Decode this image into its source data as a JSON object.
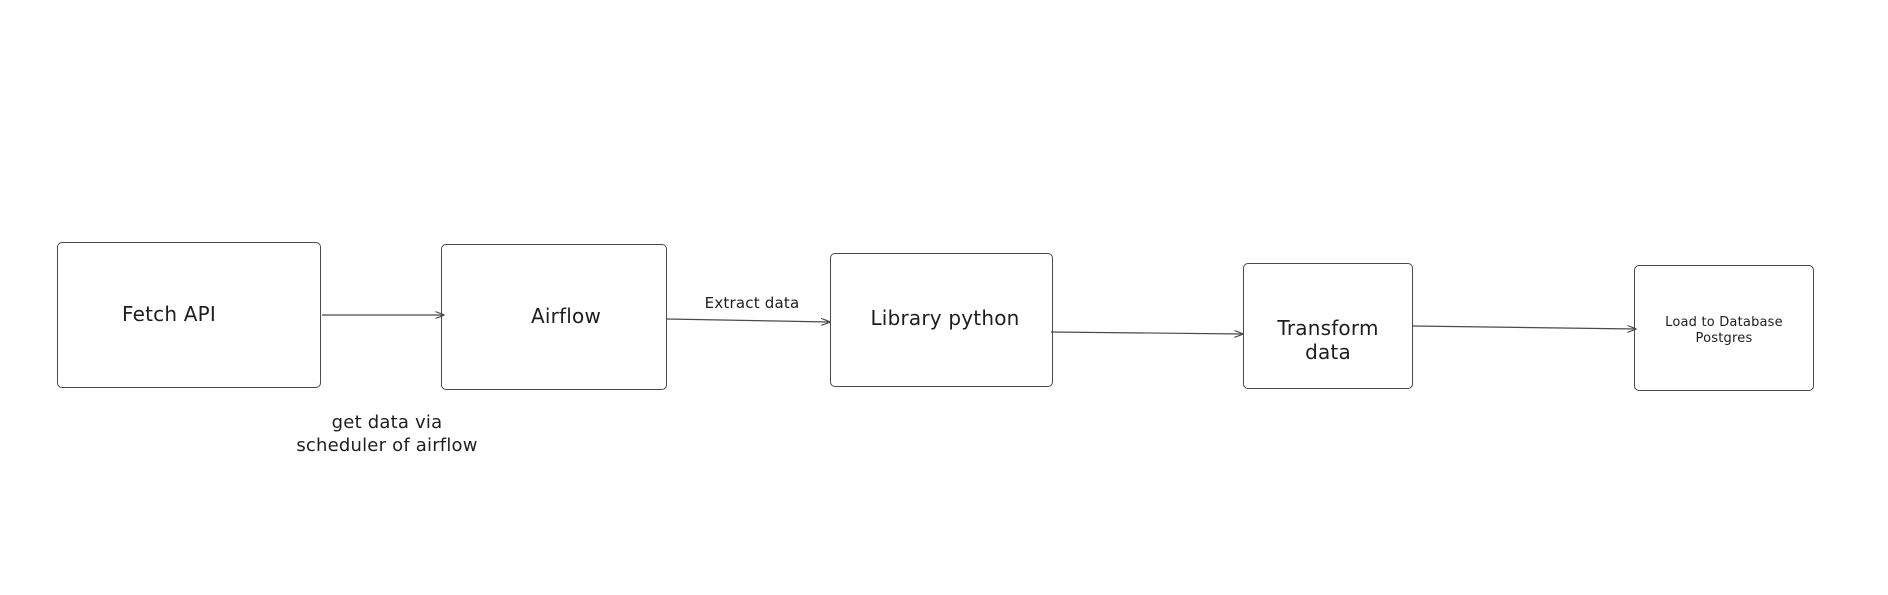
{
  "diagram": {
    "nodes": [
      {
        "id": "fetch-api",
        "label": "Fetch API"
      },
      {
        "id": "airflow",
        "label": "Airflow"
      },
      {
        "id": "library-python",
        "label": "Library python"
      },
      {
        "id": "transform-data",
        "label": "Transform\ndata"
      },
      {
        "id": "load-to-database",
        "label": "Load to Database\nPostgres"
      }
    ],
    "edges": [
      {
        "from": "fetch-api",
        "to": "airflow",
        "label": ""
      },
      {
        "from": "airflow",
        "to": "library-python",
        "label": "Extract data"
      },
      {
        "from": "library-python",
        "to": "transform-data",
        "label": ""
      },
      {
        "from": "transform-data",
        "to": "load-to-database",
        "label": ""
      }
    ],
    "annotation": "get data via\nscheduler of airflow",
    "stroke_color": "#4a4a4a",
    "text_color": "#1e1e1e"
  }
}
